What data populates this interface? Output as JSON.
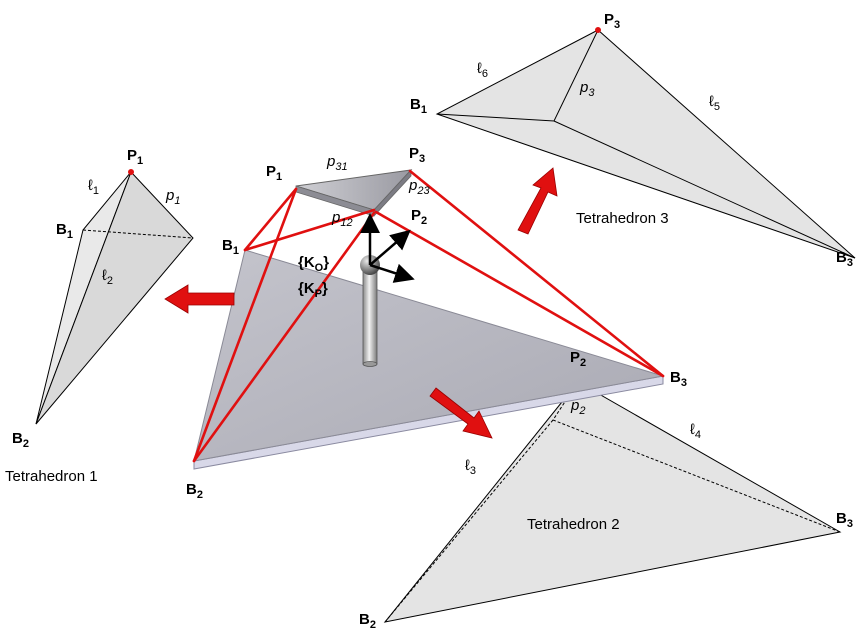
{
  "labels": {
    "p1_left": [
      "P",
      "1"
    ],
    "b1_left": [
      "B",
      "1"
    ],
    "b2_left": [
      "B",
      "2"
    ],
    "l1_left": [
      "ℓ",
      "1"
    ],
    "l2_left": [
      "ℓ",
      "2"
    ],
    "p1_small_left": [
      "p",
      "1"
    ],
    "tet1": "Tetrahedron 1",
    "p1_center": [
      "P",
      "1"
    ],
    "p3_center": [
      "P",
      "3"
    ],
    "p2_center": [
      "P",
      "2"
    ],
    "b1_center": [
      "B",
      "1"
    ],
    "b2_center": [
      "B",
      "2"
    ],
    "b3_center": [
      "B",
      "3"
    ],
    "p31": [
      "p",
      "31"
    ],
    "p23": [
      "p",
      "23"
    ],
    "p12": [
      "p",
      "12"
    ],
    "ko": [
      "{K",
      "O",
      "}"
    ],
    "kp": [
      "{K",
      "P",
      "}"
    ],
    "p3_top": [
      "P",
      "3"
    ],
    "b1_top": [
      "B",
      "1"
    ],
    "b3_top": [
      "B",
      "3"
    ],
    "l6": [
      "ℓ",
      "6"
    ],
    "l5": [
      "ℓ",
      "5"
    ],
    "p3_small_top": [
      "p",
      "3"
    ],
    "tet3": "Tetrahedron 3",
    "p2_bottom": [
      "P",
      "2"
    ],
    "b2_bottom": [
      "B",
      "2"
    ],
    "b3_bottom": [
      "B",
      "3"
    ],
    "l3": [
      "ℓ",
      "3"
    ],
    "l4": [
      "ℓ",
      "4"
    ],
    "p2_small_bottom": [
      "p",
      "2"
    ],
    "tet2": "Tetrahedron 2"
  },
  "colors": {
    "leg": "#e01010",
    "arrow": "#e01010",
    "base_plate": "#b9b9c4",
    "tetra_fill": "#e6e6e6",
    "platform": "#a8a8ae"
  }
}
